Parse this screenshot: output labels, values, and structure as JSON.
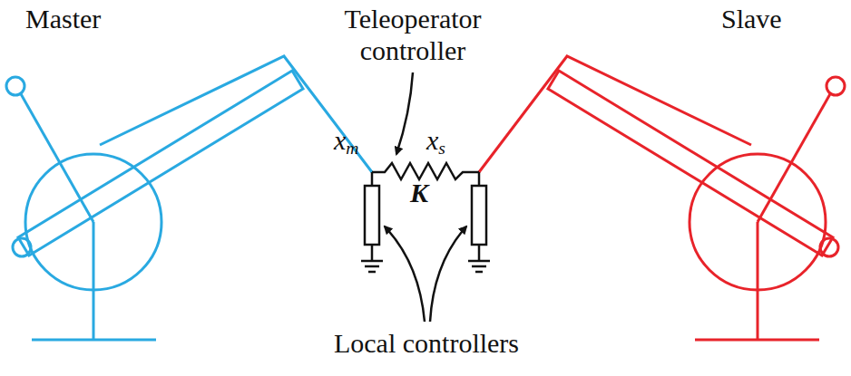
{
  "diagram": {
    "labels": [
      "Master",
      "Teleoperator controller",
      "Slave",
      "xm",
      "xs",
      "K",
      "Local controllers"
    ]
  }
}
